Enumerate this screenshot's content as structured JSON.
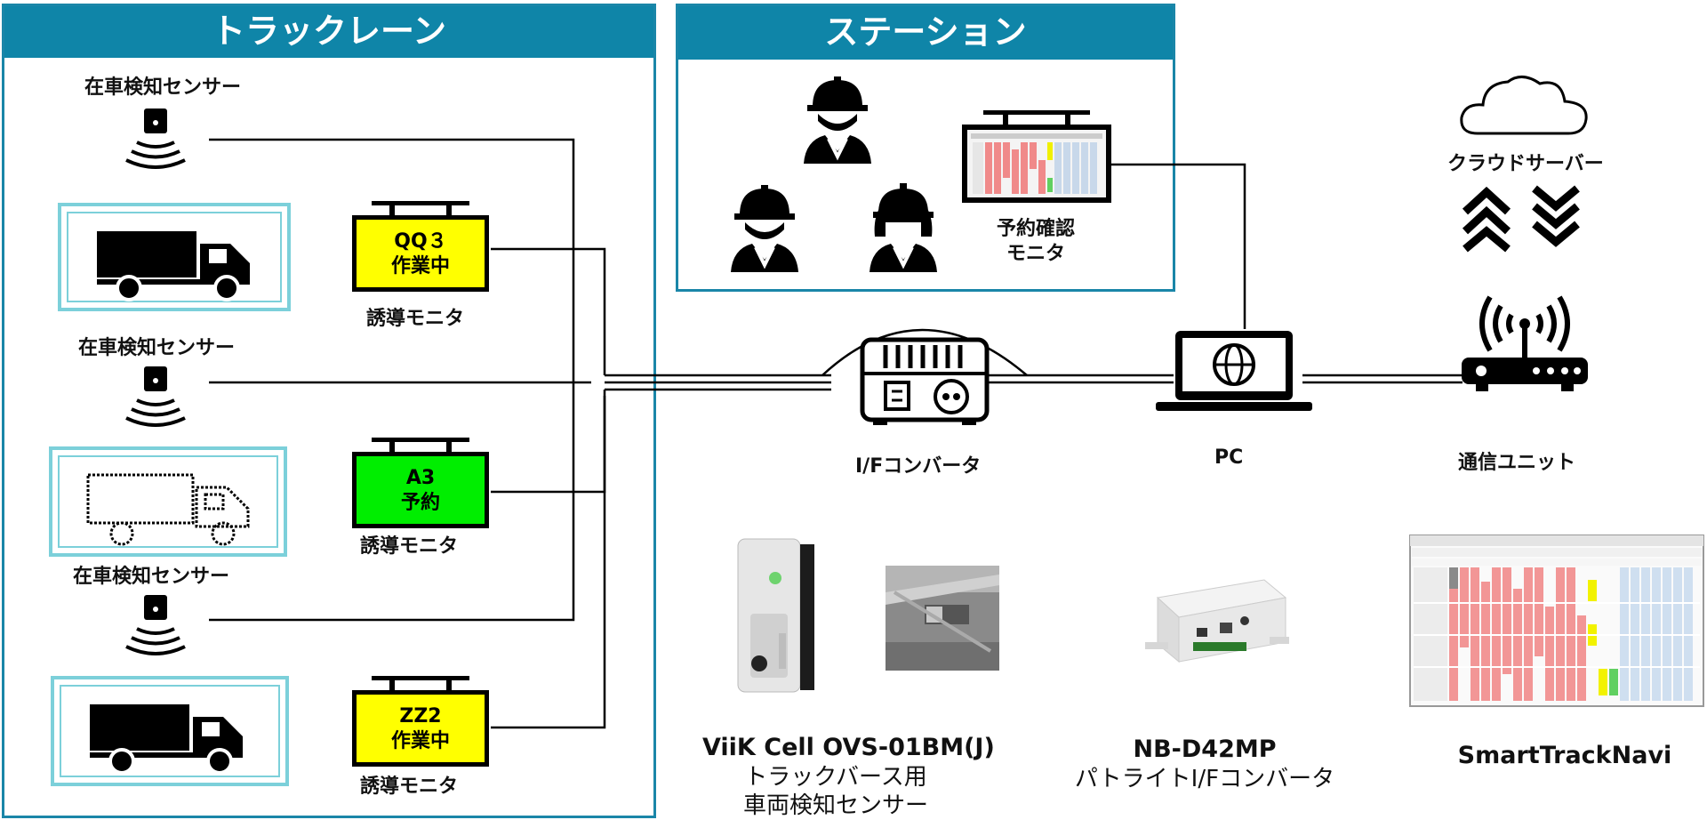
{
  "panels": {
    "track_lane": {
      "title": "トラックレーン"
    },
    "station": {
      "title": "ステーション"
    }
  },
  "sensors": [
    {
      "label": "在車検知センサー"
    },
    {
      "label": "在車検知センサー"
    },
    {
      "label": "在車検知センサー"
    }
  ],
  "guide_monitors": [
    {
      "line1": "QQ３",
      "line2": "作業中",
      "color": "#ffff00",
      "caption": "誘導モニタ"
    },
    {
      "line1": "A3",
      "line2": "予約",
      "color": "#00ee00",
      "caption": "誘導モニタ"
    },
    {
      "line1": "ZZ2",
      "line2": "作業中",
      "color": "#ffff00",
      "caption": "誘導モニタ"
    }
  ],
  "trucks": [
    {
      "style": "solid"
    },
    {
      "style": "outline"
    },
    {
      "style": "solid"
    }
  ],
  "station": {
    "monitor_label_line1": "予約確認",
    "monitor_label_line2": "モニタ"
  },
  "devices": {
    "converter": "I/Fコンバータ",
    "pc": "PC",
    "cloud": "クラウドサーバー",
    "comm_unit": "通信ユニット"
  },
  "products": [
    {
      "name": "ViiK Cell OVS-01BM(J)",
      "desc1": "トラックバース用",
      "desc2": "車両検知センサー"
    },
    {
      "name": "NB-D42MP",
      "desc1": "パトライトI/Fコンバータ"
    },
    {
      "name": "SmartTrackNavi"
    }
  ],
  "colors": {
    "accent": "#0f85a8",
    "reserved": "#00ee00",
    "working": "#ffff00"
  }
}
